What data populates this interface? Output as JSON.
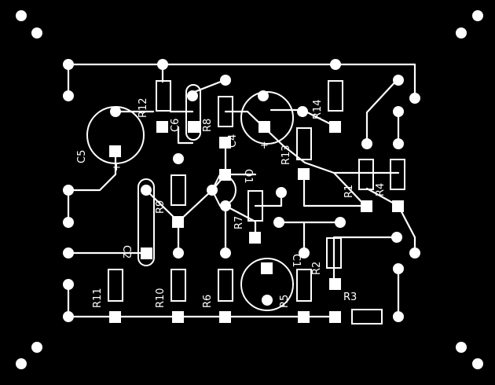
{
  "board": {
    "background": "#000000",
    "ink": "#ffffff"
  },
  "labels": {
    "c5": "C5",
    "r12": "R12",
    "c6": "C6",
    "r8": "R8",
    "c4": "C4",
    "r14": "R14",
    "plus_c4": "+",
    "plus_c5": "+",
    "r13": "R13",
    "r1": "R1",
    "r4": "R4",
    "q1": "Q1",
    "r9": "R9",
    "r7": "R7",
    "c2": "C2",
    "c1": "C1",
    "r2": "R2",
    "r11": "R11",
    "r10": "R10",
    "r6": "R6",
    "r5": "R5",
    "r3": "R3"
  }
}
